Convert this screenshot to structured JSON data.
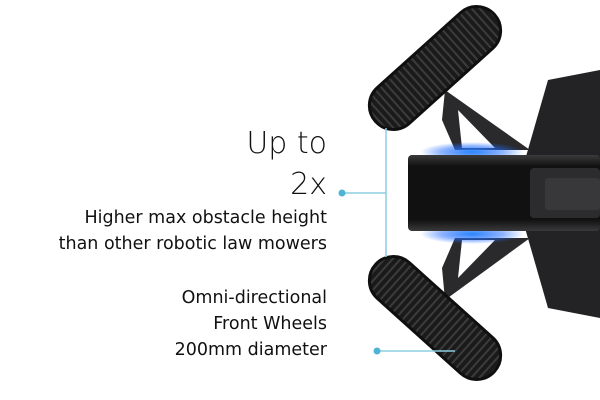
{
  "callouts": [
    {
      "headline": [
        "Up to",
        "2x"
      ],
      "description": [
        "Higher max obstacle height",
        "than other robotic law mowers"
      ]
    },
    {
      "description": [
        "Omni-directional",
        "Front Wheels",
        "200mm diameter"
      ]
    }
  ],
  "colors": {
    "callout_line": "#8ccde0",
    "callout_dot": "#4fb3d4",
    "led_glow": "#1f7bff",
    "robot_body": "#1c1c1e"
  }
}
